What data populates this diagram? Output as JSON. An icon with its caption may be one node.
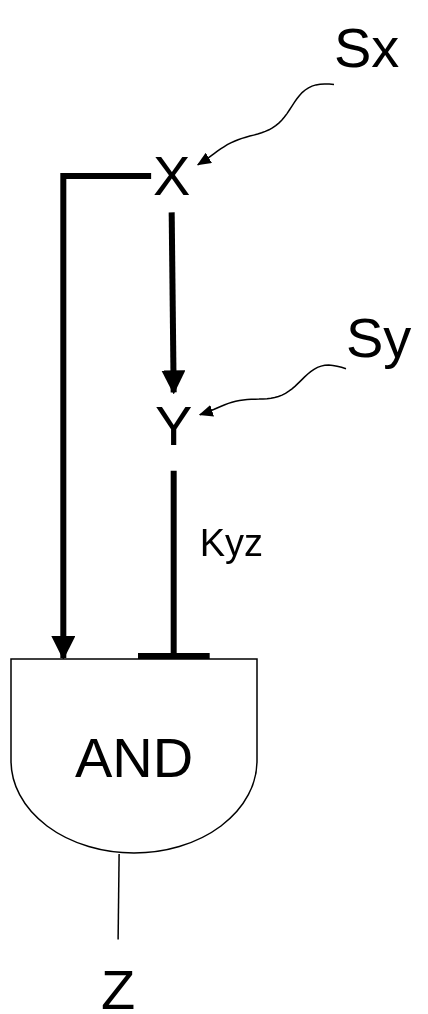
{
  "diagram": {
    "nodes": [
      {
        "text": [
          "Sx"
        ]
      },
      {
        "text": [
          "X"
        ]
      },
      {
        "text": [
          "Sy"
        ]
      },
      {
        "text": [
          "Y"
        ]
      },
      {
        "text": [
          "AND"
        ]
      },
      {
        "text": [
          "Z"
        ]
      }
    ],
    "edges": [
      {
        "from": 0,
        "to": 1,
        "arrow": "to"
      },
      {
        "from": 1,
        "to": 3,
        "arrow": "to",
        "style": "thick"
      },
      {
        "from": 1,
        "to": 4,
        "arrow": "to",
        "style": "thick"
      },
      {
        "from": 2,
        "to": 3,
        "arrow": "to"
      },
      {
        "from": 3,
        "to": 4,
        "arrow": "other",
        "label": "Kyz",
        "style": "thick"
      },
      {
        "from": 4,
        "to": 5,
        "arrow": "none"
      }
    ]
  }
}
